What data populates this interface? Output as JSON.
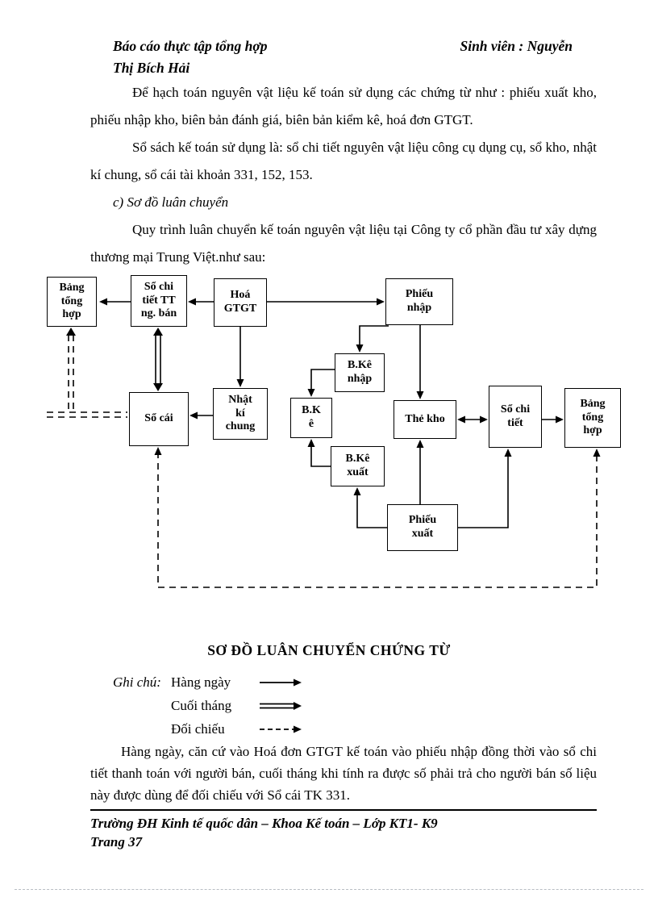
{
  "colors": {
    "ink": "#000000",
    "paper": "#ffffff"
  },
  "page": {
    "header": {
      "title": "Báo cáo thực tập tổng hợp",
      "student_label": "Sinh viên : Nguyễn",
      "student_name_line2": "Thị Bích Hải"
    },
    "paragraphs": {
      "p1": "Để hạch toán nguyên vật liệu  kế toán sử dụng các chứng từ như : phiếu xuất kho, phiếu nhập kho, biên bản đánh giá, biên bản kiểm kê, hoá đơn GTGT.",
      "p2": "Sổ sách kế toán sử dụng là:  sổ chi tiết nguyên vật liệu  công cụ dụng cụ, sổ kho, nhật kí chung, sổ cái tài khoản 331, 152, 153.",
      "p3_heading": "c) Sơ đồ luân chuyển",
      "p4": "Quy trình luân chuyển kế toán nguyên vật liệu tại Công ty cổ phần đầu tư xây dựng thương mại Trung Việt.như sau:",
      "p5": "Hàng ngày, căn cứ vào Hoá đơn GTGT kế toán vào phiếu nhập đồng thời vào sổ chi tiết thanh toán với người bán, cuối tháng khi tính ra được số phải trả cho người bán số liệu này được dùng để đối chiếu với Sổ cái TK 331."
    },
    "diagram": {
      "title": "SƠ ĐỒ LUÂN CHUYỂN CHỨNG TỪ",
      "boxes": [
        {
          "id": "bang-tong-hop-left",
          "label": "Bảng\ntổng\nhợp"
        },
        {
          "id": "so-chi-tiet-tt-nguoi-ban",
          "label": "Sổ chi\ntiết TT\nng. bán"
        },
        {
          "id": "hoa-don-gtgt",
          "label": "Hoá\nGTGT"
        },
        {
          "id": "phieu-nhap",
          "label": "Phiếu\nnhập"
        },
        {
          "id": "bang-ke-nhap",
          "label": "B.Kê\nnhập"
        },
        {
          "id": "so-cai",
          "label": "Sổ cái"
        },
        {
          "id": "nhat-ki-chung",
          "label": "Nhật\nkí\nchung"
        },
        {
          "id": "bang-ke",
          "label": "B.K\nê"
        },
        {
          "id": "the-kho",
          "label": "Thẻ kho"
        },
        {
          "id": "so-chi-tiet",
          "label": "Sổ chi\ntiết"
        },
        {
          "id": "bang-tong-hop-right",
          "label": "Bảng\ntổng\nhợp"
        },
        {
          "id": "bang-ke-xuat",
          "label": "B.Kê\nxuất"
        },
        {
          "id": "phieu-xuat",
          "label": "Phiếu\nxuất"
        }
      ]
    },
    "legend": {
      "label": "Ghi chú:",
      "items": [
        {
          "label": "Hàng ngày",
          "style": "solid"
        },
        {
          "label": "Cuối tháng",
          "style": "double"
        },
        {
          "label": "Đối chiếu",
          "style": "dashed"
        }
      ]
    },
    "footer": {
      "line1": "Trường ĐH Kinh tế quốc dân – Khoa Kế toán – Lớp KT1- K9",
      "line2": "Trang 37"
    }
  }
}
